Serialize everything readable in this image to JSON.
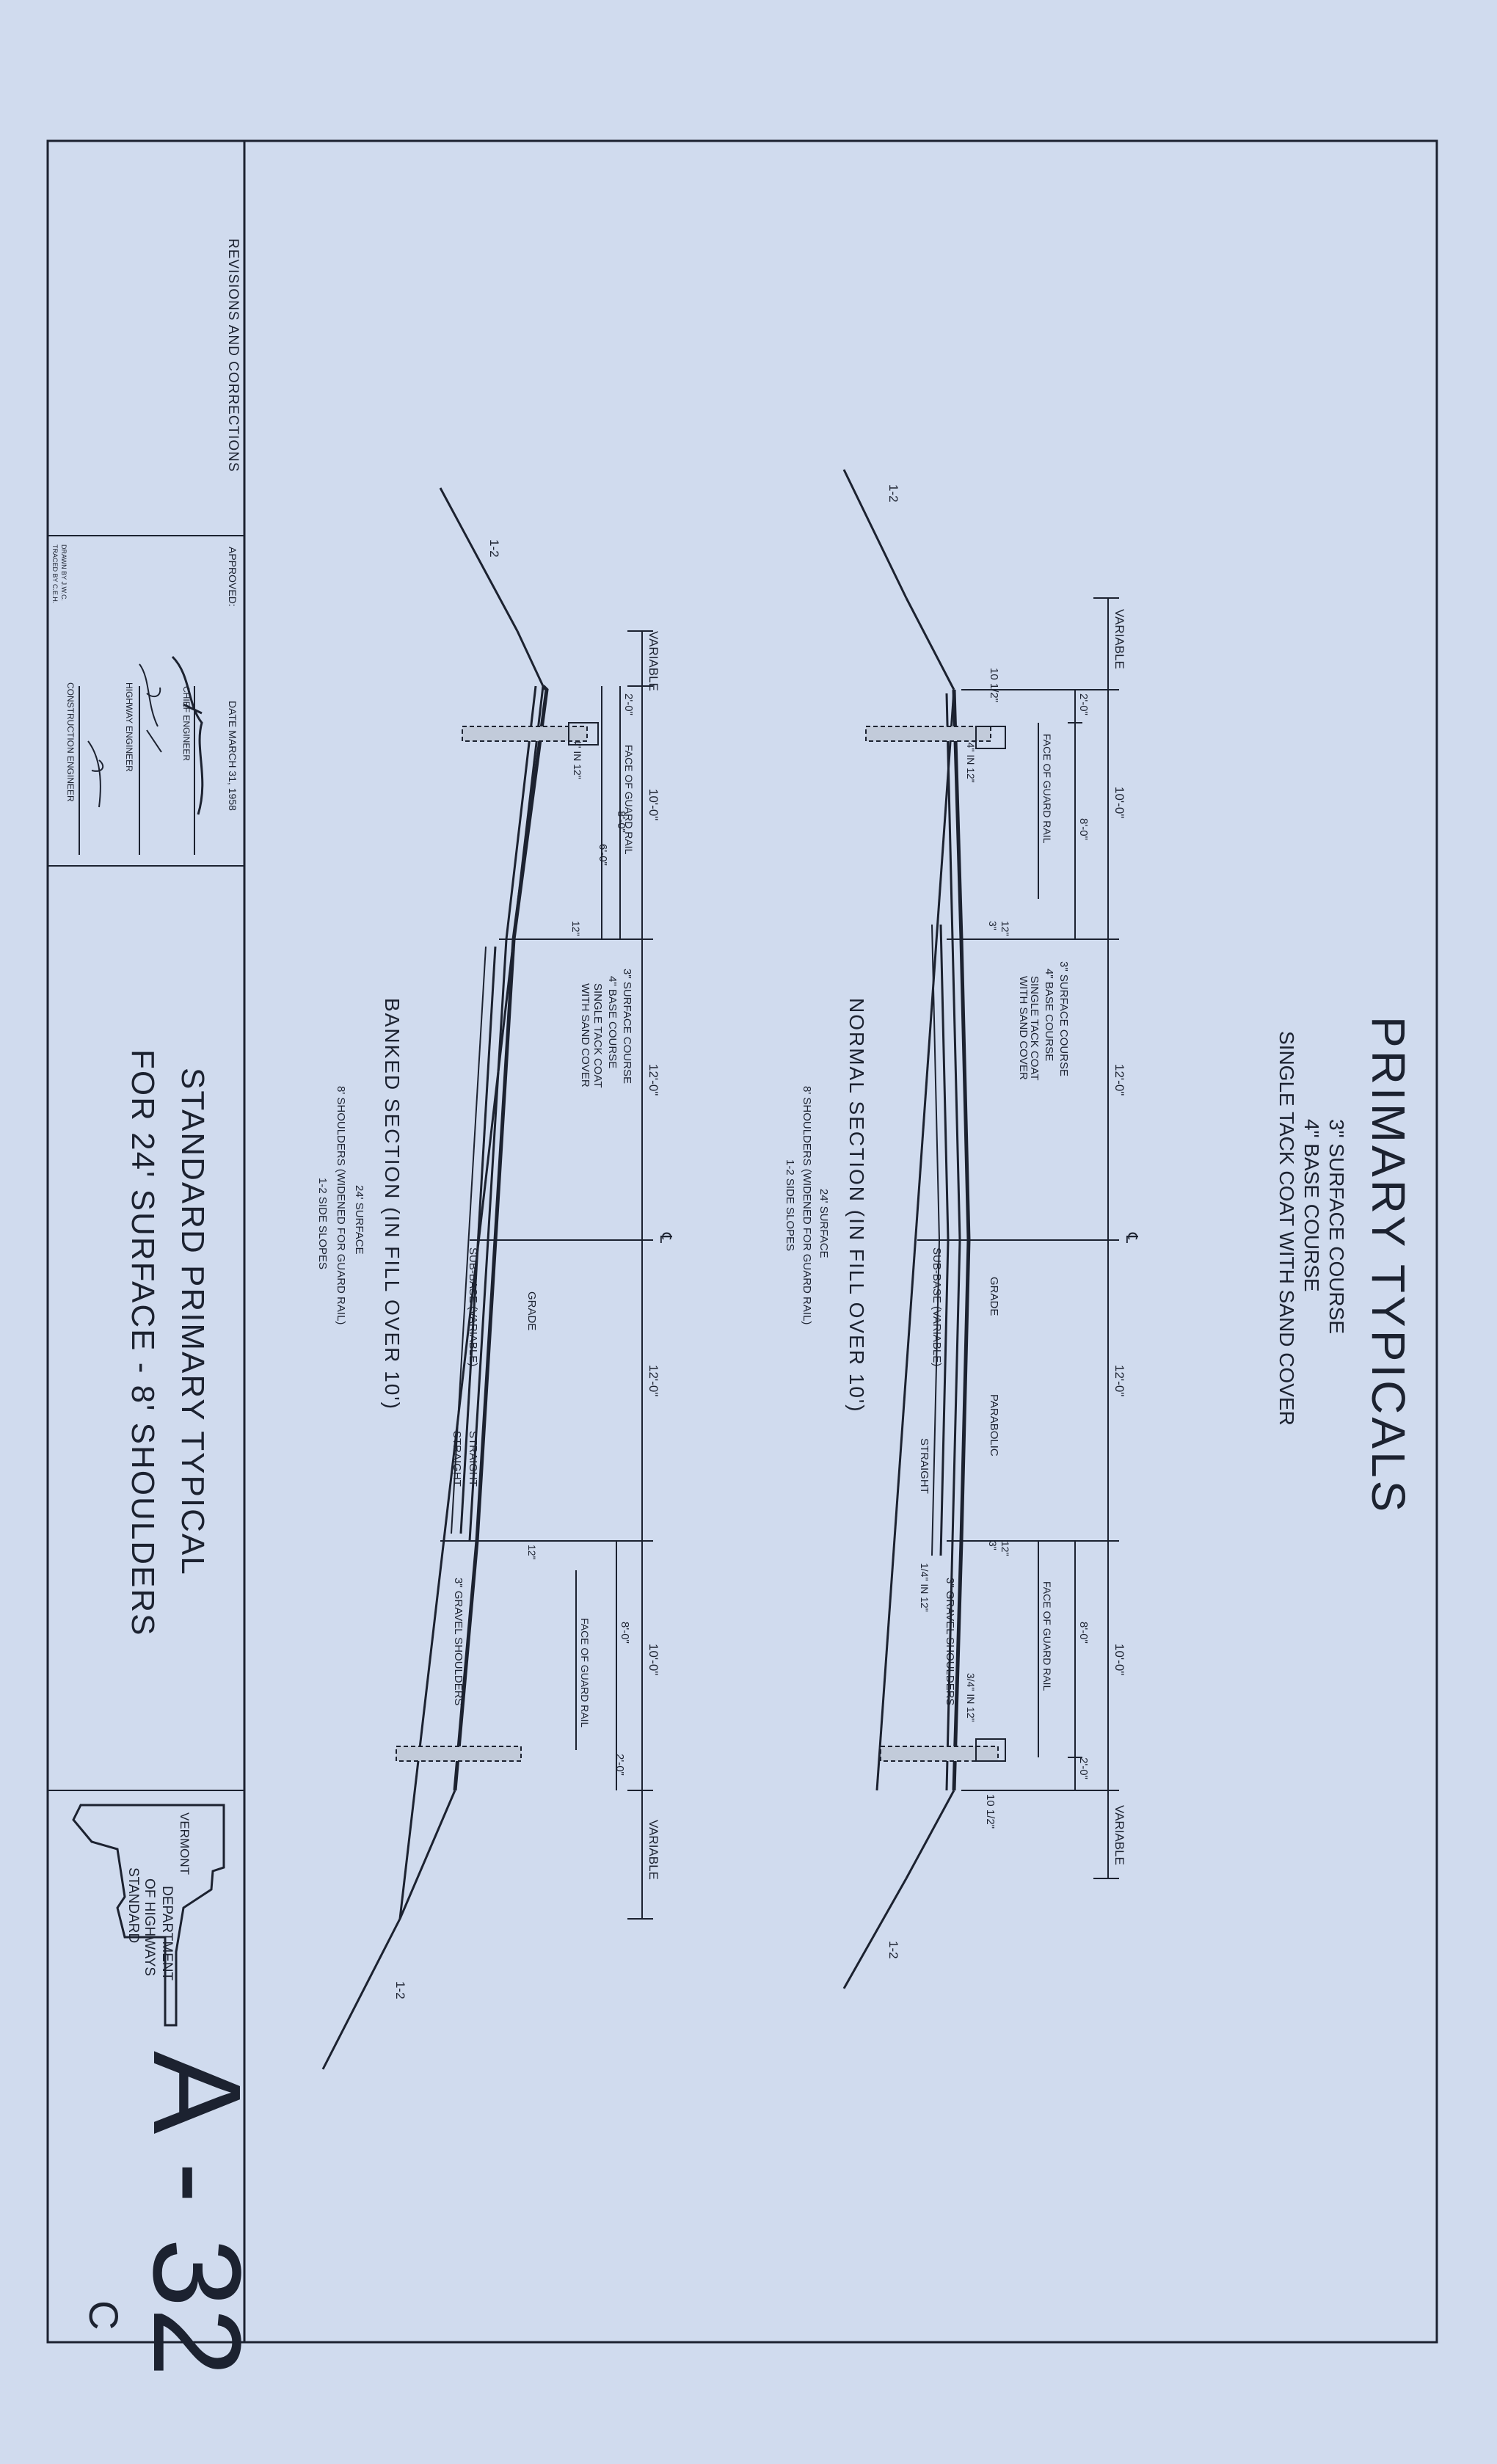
{
  "title": {
    "main": "PRIMARY TYPICALS",
    "lines": [
      "3\" SURFACE COURSE",
      "4\" BASE COURSE",
      "SINGLE TACK COAT WITH SAND COVER"
    ]
  },
  "normal_section": {
    "caption": "NORMAL SECTION (IN FILL OVER 10')",
    "notes": [
      "24' SURFACE",
      "8' SHOULDERS (WIDENED FOR GUARD RAIL)",
      "1-2 SIDE SLOPES"
    ],
    "top_dims": [
      "VARIABLE",
      "10'-0\"",
      "12'-0\"",
      "12'-0\"",
      "10'-0\"",
      "VARIABLE"
    ],
    "sub_dims": [
      "2'-0\"",
      "8'-0\"",
      "8'-0\"",
      "2'-0\""
    ],
    "labels": {
      "face_guard_rail": "FACE OF GUARD RAIL",
      "dim_12": "12\"",
      "dim_3": "3\"",
      "depth": "10 1/2\"",
      "slope_shoulder": "3/4\" IN 12\"",
      "slope_outer": "1/4\" IN 12\"",
      "side_slope": "1-2",
      "courses": [
        "3\" SURFACE COURSE",
        "4\" BASE COURSE",
        "SINGLE TACK COAT",
        "WITH SAND COVER"
      ],
      "centerline": "℄",
      "grade": "GRADE",
      "parabolic": "PARABOLIC",
      "sub_base": "SUB-BASE (VARIABLE)",
      "straight": "STRAIGHT",
      "gravel": "3\" GRAVEL SHOULDERS"
    }
  },
  "banked_section": {
    "caption": "BANKED SECTION (IN FILL OVER 10')",
    "notes": [
      "24' SURFACE",
      "8' SHOULDERS (WIDENED FOR GUARD RAIL)",
      "1-2 SIDE SLOPES"
    ],
    "top_dims": [
      "VARIABLE",
      "10'-0\"",
      "12'-0\"",
      "12'-0\"",
      "10'-0\"",
      "VARIABLE"
    ],
    "sub_dims": [
      "2'-0\"",
      "8'-0\"",
      "6'-0\"",
      "8'-0\"",
      "2'-0\""
    ],
    "labels": {
      "face_guard_rail": "FACE OF GUARD RAIL",
      "dim_12": "12\"",
      "slope_shoulder": "3/4\" IN 12\"",
      "side_slope": "1-2",
      "courses": [
        "3\" SURFACE COURSE",
        "4\" BASE COURSE",
        "SINGLE TACK COAT",
        "WITH SAND COVER"
      ],
      "centerline": "℄",
      "grade": "GRADE",
      "sub_base": "SUB-BASE (VARIABLE)",
      "straight": "STRAIGHT",
      "gravel": "3\" GRAVEL SHOULDERS"
    }
  },
  "title_block": {
    "revisions": "REVISIONS AND CORRECTIONS",
    "approved": "APPROVED:",
    "date": "DATE MARCH 31, 1958",
    "chief_engineer": "CHIEF ENGINEER",
    "highway_engineer": "HIGHWAY ENGINEER",
    "construction_engineer": "CONSTRUCTION ENGINEER",
    "drawn_by": "DRAWN BY J.W.C.",
    "traced_by": "TRACED BY C.E.H.",
    "drawing_title_1": "STANDARD PRIMARY TYPICAL",
    "drawing_title_2": "FOR 24' SURFACE - 8' SHOULDERS",
    "state": "VERMONT",
    "dept_1": "DEPARTMENT",
    "dept_2": "OF HIGHWAYS",
    "dept_3": "STANDARD",
    "sheet": "A - 32",
    "sheet_suffix": "C"
  },
  "colors": {
    "paper": "#d0dbee",
    "ink": "#1c2230"
  }
}
